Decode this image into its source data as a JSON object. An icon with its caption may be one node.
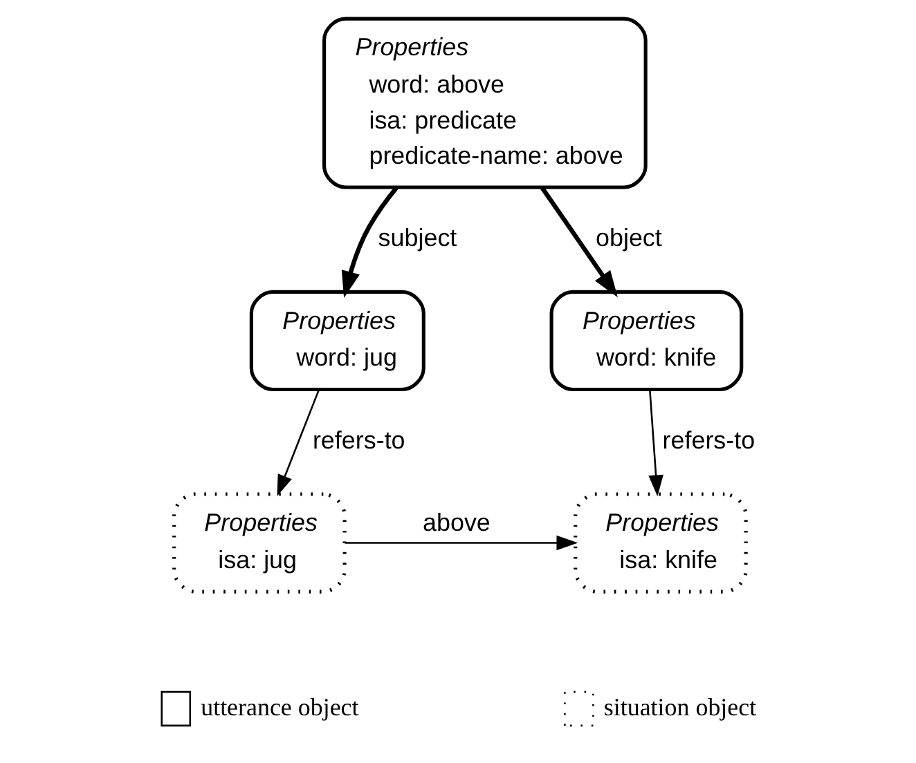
{
  "diagram": {
    "nodes": [
      {
        "text": [
          "Properties",
          "word: above",
          "isa: predicate",
          "predicate-name: above"
        ]
      },
      {
        "text": [
          "Properties",
          "word: jug"
        ]
      },
      {
        "text": [
          "Properties",
          "word: knife"
        ]
      },
      {
        "text": [
          "Properties",
          "isa: jug"
        ]
      },
      {
        "text": [
          "Properties",
          "isa: knife"
        ]
      }
    ],
    "edges": [
      {
        "from": 0,
        "to": 1,
        "arrow": "to",
        "label": "subject",
        "style": "thick"
      },
      {
        "from": 0,
        "to": 2,
        "arrow": "to",
        "label": "object",
        "style": "thick"
      },
      {
        "from": 1,
        "to": 3,
        "arrow": "to",
        "label": "refers-to"
      },
      {
        "from": 2,
        "to": 4,
        "arrow": "to",
        "label": "refers-to"
      },
      {
        "from": 3,
        "to": 4,
        "arrow": "to",
        "label": "above"
      }
    ],
    "legend": [
      {
        "text": "utterance object"
      },
      {
        "text": "situation object"
      }
    ]
  }
}
